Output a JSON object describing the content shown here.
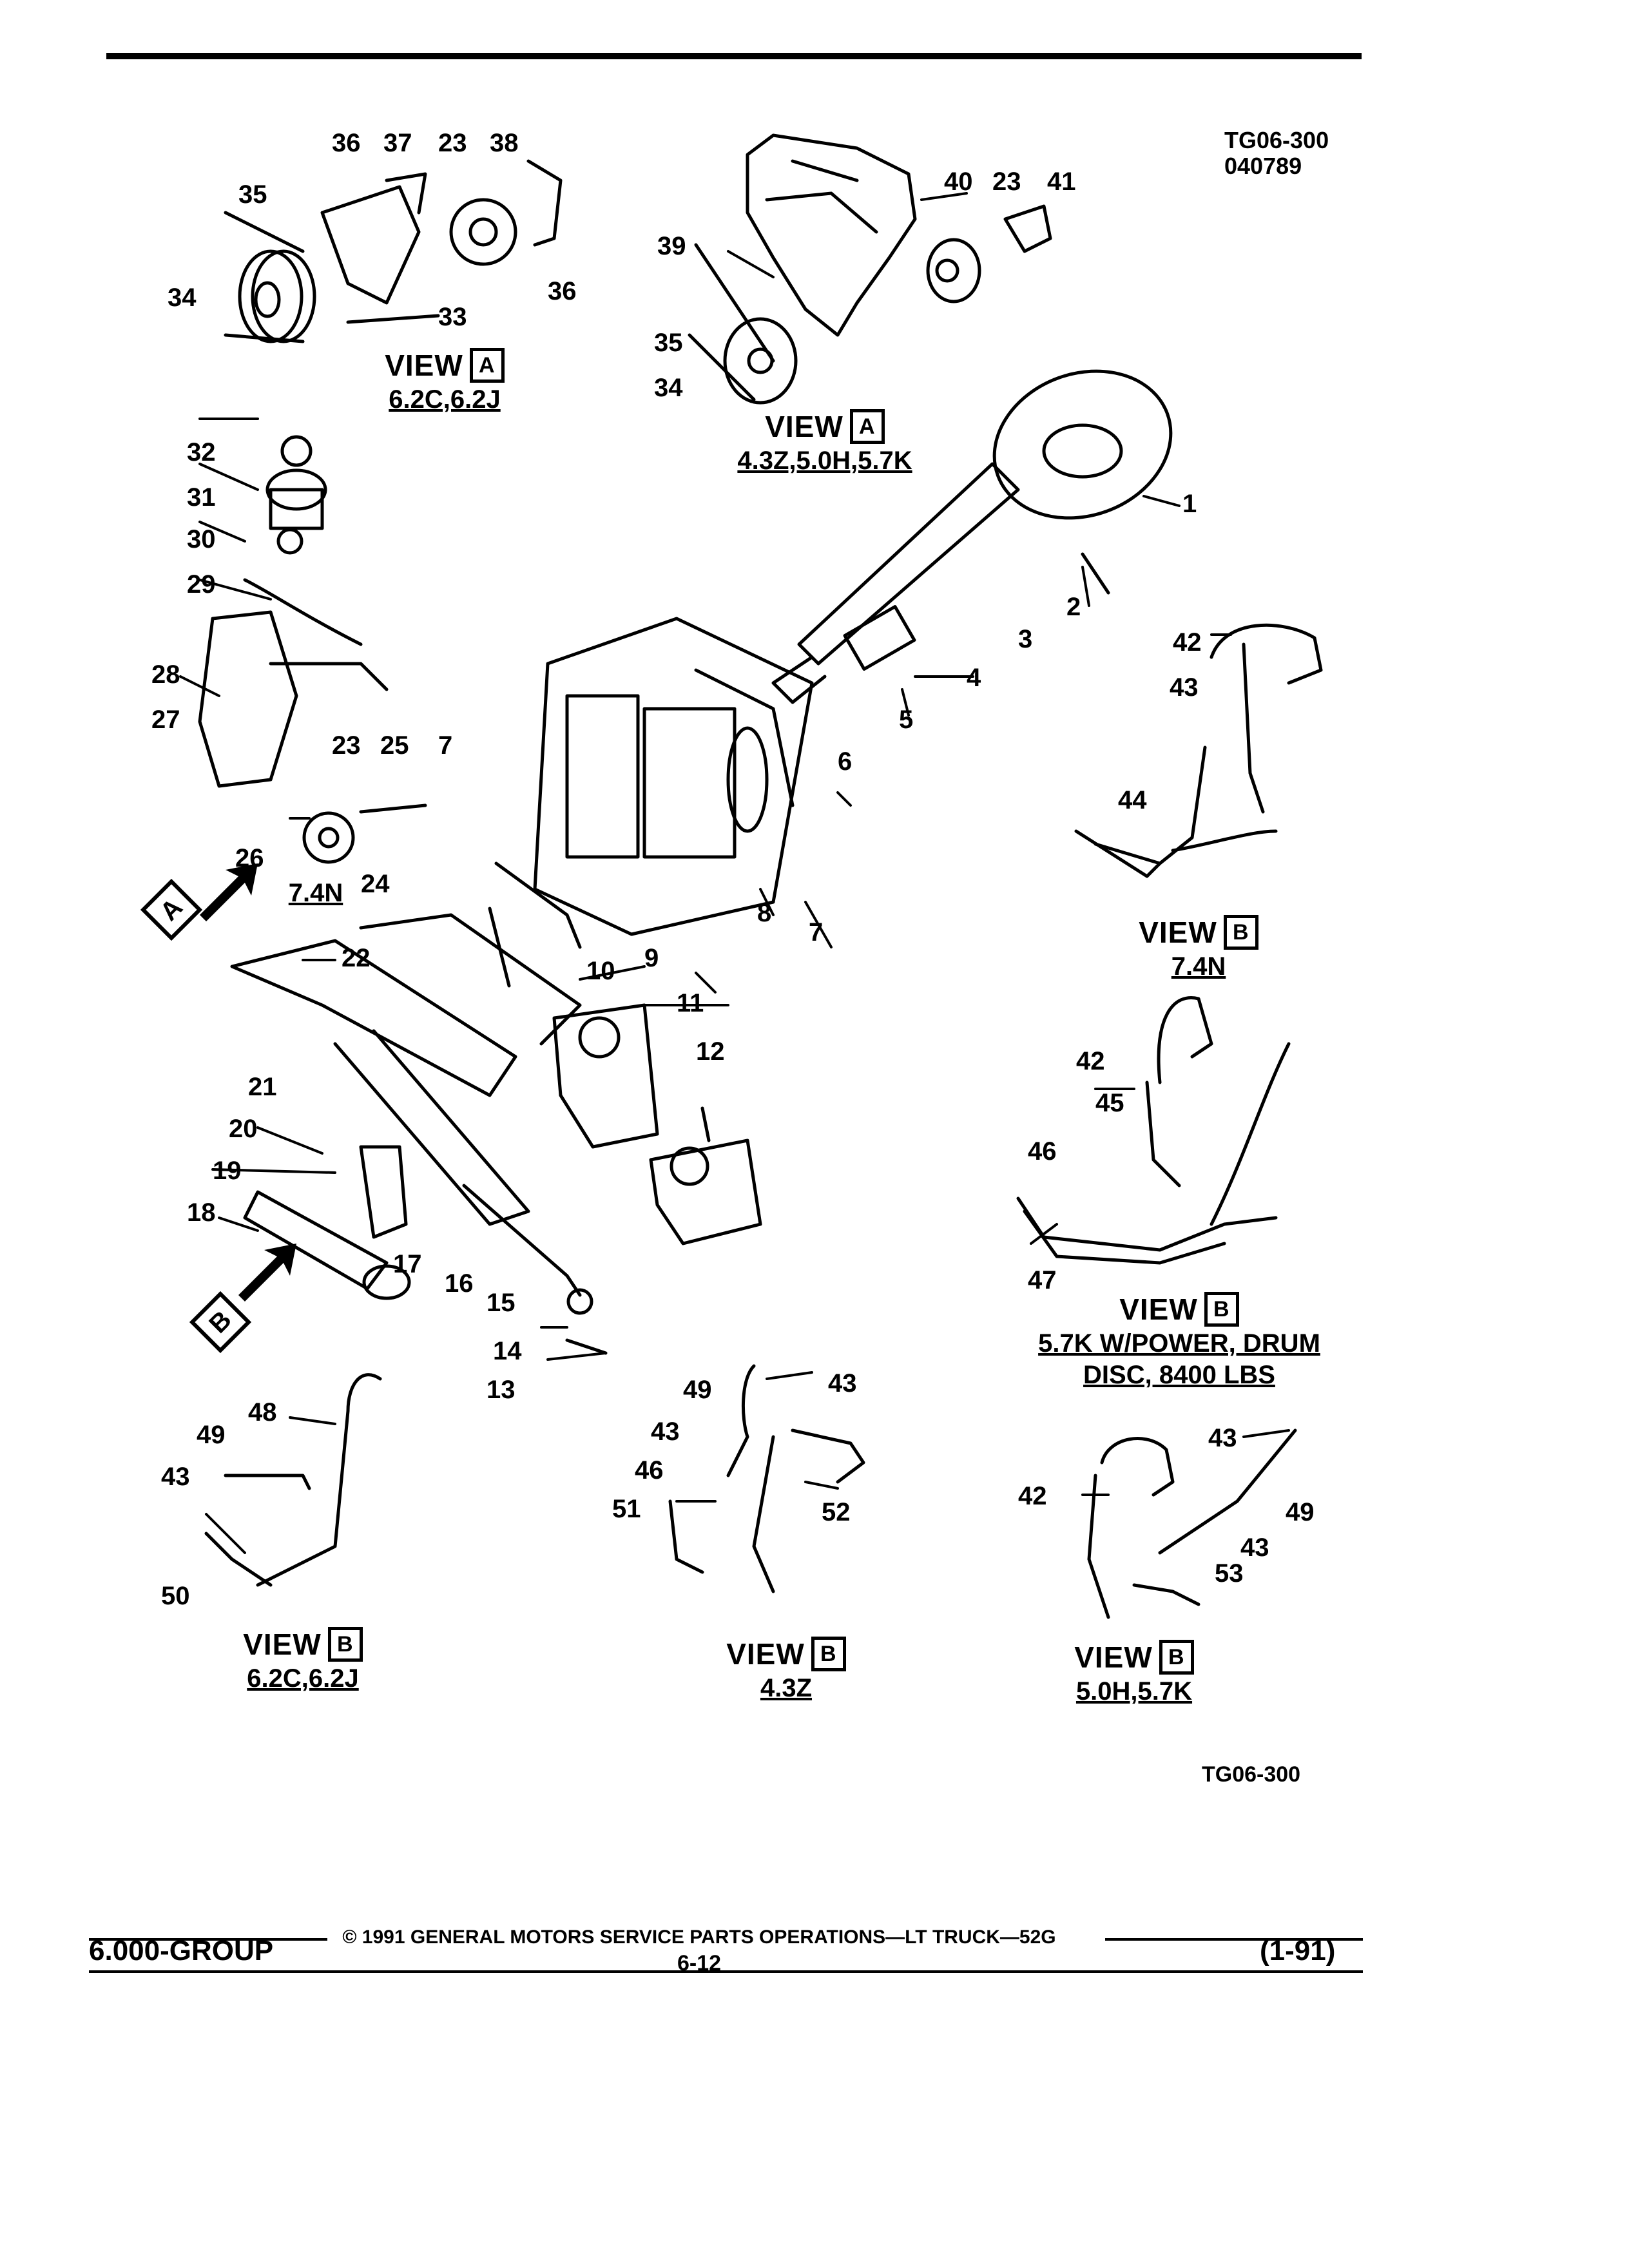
{
  "header": {
    "code": "TG06-300",
    "date_code": "040789"
  },
  "views": {
    "a1": {
      "prefix": "VIEW",
      "letter": "A",
      "sub": "6.2C,6.2J"
    },
    "a2": {
      "prefix": "VIEW",
      "letter": "A",
      "sub": "4.3Z,5.0H,5.7K"
    },
    "a3": {
      "sub": "7.4N"
    },
    "b1": {
      "prefix": "VIEW",
      "letter": "B",
      "sub": "7.4N"
    },
    "b2": {
      "prefix": "VIEW",
      "letter": "B",
      "sub": "5.7K W/POWER, DRUM",
      "sub2": "DISC, 8400 LBS"
    },
    "b3": {
      "prefix": "VIEW",
      "letter": "B",
      "sub": "6.2C,6.2J"
    },
    "b4": {
      "prefix": "VIEW",
      "letter": "B",
      "sub": "4.3Z"
    },
    "b5": {
      "prefix": "VIEW",
      "letter": "B",
      "sub": "5.0H,5.7K"
    }
  },
  "arrows": {
    "a": "A",
    "b": "B"
  },
  "callouts": [
    "1",
    "2",
    "3",
    "4",
    "5",
    "6",
    "7",
    "7",
    "8",
    "9",
    "10",
    "11",
    "12",
    "13",
    "14",
    "15",
    "16",
    "17",
    "18",
    "19",
    "20",
    "21",
    "22",
    "23",
    "23",
    "23",
    "24",
    "25",
    "26",
    "27",
    "28",
    "29",
    "30",
    "31",
    "32",
    "33",
    "34",
    "34",
    "35",
    "35",
    "36",
    "36",
    "37",
    "38",
    "39",
    "40",
    "41",
    "42",
    "42",
    "42",
    "43",
    "43",
    "43",
    "43",
    "43",
    "43",
    "44",
    "45",
    "46",
    "46",
    "47",
    "48",
    "49",
    "49",
    "49",
    "50",
    "51",
    "52",
    "53"
  ],
  "footer": {
    "group": "6.000-GROUP",
    "copyright": "© 1991 GENERAL MOTORS SERVICE PARTS OPERATIONS—LT TRUCK—52G",
    "page": "6-12",
    "rev": "(1-91)",
    "figure_code": "TG06-300"
  }
}
